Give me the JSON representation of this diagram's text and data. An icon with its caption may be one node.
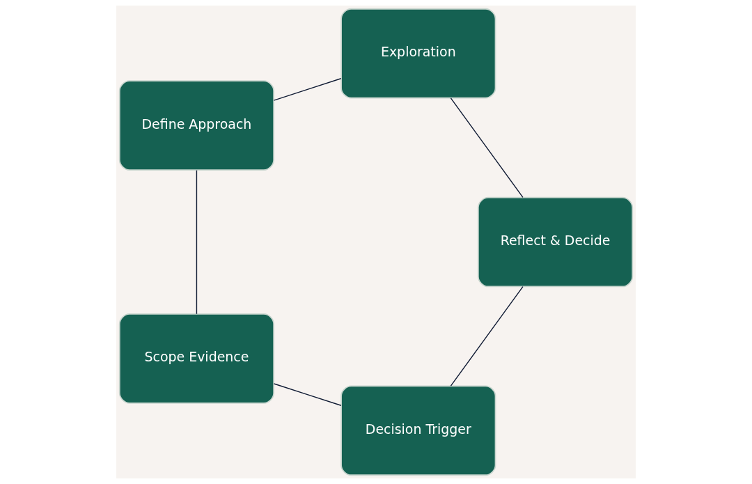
{
  "diagram": {
    "nodes": [
      {
        "text": [
          "Decision Trigger"
        ]
      },
      {
        "text": [
          "Scope Evidence"
        ]
      },
      {
        "text": [
          "Define Approach"
        ]
      },
      {
        "text": [
          "Exploration"
        ]
      },
      {
        "text": [
          "Reflect & Decide"
        ]
      }
    ],
    "edges": [
      {
        "from": 0,
        "to": 1,
        "arrow": "none"
      },
      {
        "from": 1,
        "to": 2,
        "arrow": "none"
      },
      {
        "from": 2,
        "to": 3,
        "arrow": "none"
      },
      {
        "from": 3,
        "to": 4,
        "arrow": "none"
      },
      {
        "from": 4,
        "to": 0,
        "arrow": "none"
      }
    ]
  }
}
